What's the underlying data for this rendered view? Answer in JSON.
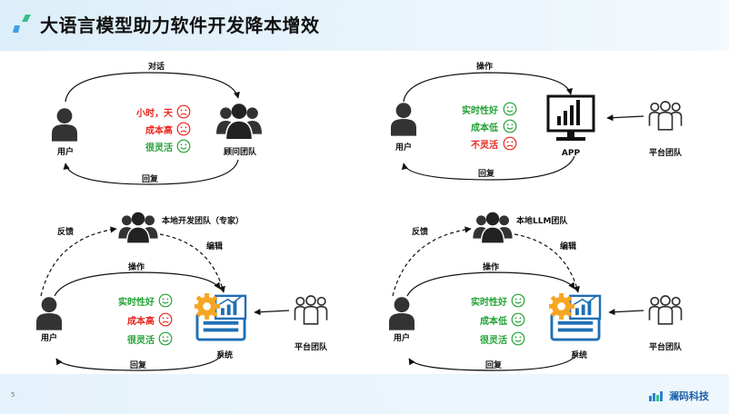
{
  "title": "大语言模型助力软件开发降本增效",
  "page_number": "5",
  "brand": "澜码科技",
  "colors": {
    "red": "#e8271d",
    "green": "#23a236",
    "accent": "#1f6fb5",
    "gear": "#f5a623"
  },
  "panel1": {
    "top_arrow": "对话",
    "bottom_arrow": "回复",
    "user": "用户",
    "team": "顾问团队",
    "attrs": [
      {
        "text": "小时，天",
        "tone": "bad"
      },
      {
        "text": "成本高",
        "tone": "bad"
      },
      {
        "text": "很灵活",
        "tone": "good"
      }
    ]
  },
  "panel2": {
    "top_arrow": "操作",
    "bottom_arrow": "回复",
    "user": "用户",
    "app": "APP",
    "platform": "平台团队",
    "attrs": [
      {
        "text": "实时性好",
        "tone": "good"
      },
      {
        "text": "成本低",
        "tone": "good"
      },
      {
        "text": "不灵活",
        "tone": "bad"
      }
    ]
  },
  "panel3": {
    "expert_team": "本地开发团队（专家）",
    "feedback": "反馈",
    "edit": "编辑",
    "top_arrow": "操作",
    "bottom_arrow": "回复",
    "user": "用户",
    "system": "系统",
    "platform": "平台团队",
    "attrs": [
      {
        "text": "实时性好",
        "tone": "good"
      },
      {
        "text": "成本高",
        "tone": "bad"
      },
      {
        "text": "很灵活",
        "tone": "good"
      }
    ]
  },
  "panel4": {
    "expert_team": "本地LLM团队",
    "feedback": "反馈",
    "edit": "编辑",
    "top_arrow": "操作",
    "bottom_arrow": "回复",
    "user": "用户",
    "system": "系统",
    "platform": "平台团队",
    "attrs": [
      {
        "text": "实时性好",
        "tone": "good"
      },
      {
        "text": "成本低",
        "tone": "good"
      },
      {
        "text": "很灵活",
        "tone": "good"
      }
    ]
  }
}
